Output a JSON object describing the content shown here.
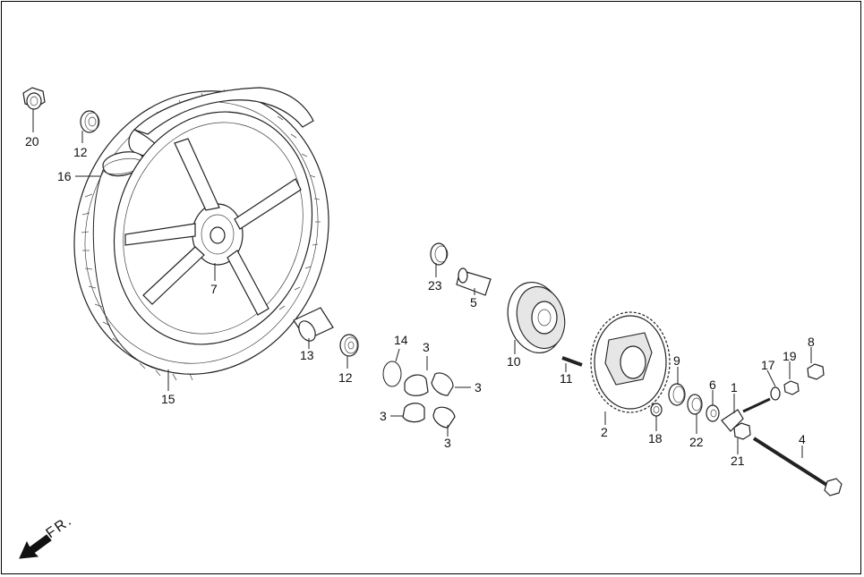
{
  "labels": {
    "p1": "1",
    "p2": "2",
    "p3a": "3",
    "p3b": "3",
    "p3c": "3",
    "p3d": "3",
    "p4": "4",
    "p5": "5",
    "p6": "6",
    "p7": "7",
    "p8": "8",
    "p9": "9",
    "p10": "10",
    "p11": "11",
    "p12a": "12",
    "p12b": "12",
    "p13": "13",
    "p14": "14",
    "p15": "15",
    "p16": "16",
    "p17": "17",
    "p18": "18",
    "p19": "19",
    "p20": "20",
    "p21": "21",
    "p22": "22",
    "p23": "23"
  },
  "direction": "FR."
}
